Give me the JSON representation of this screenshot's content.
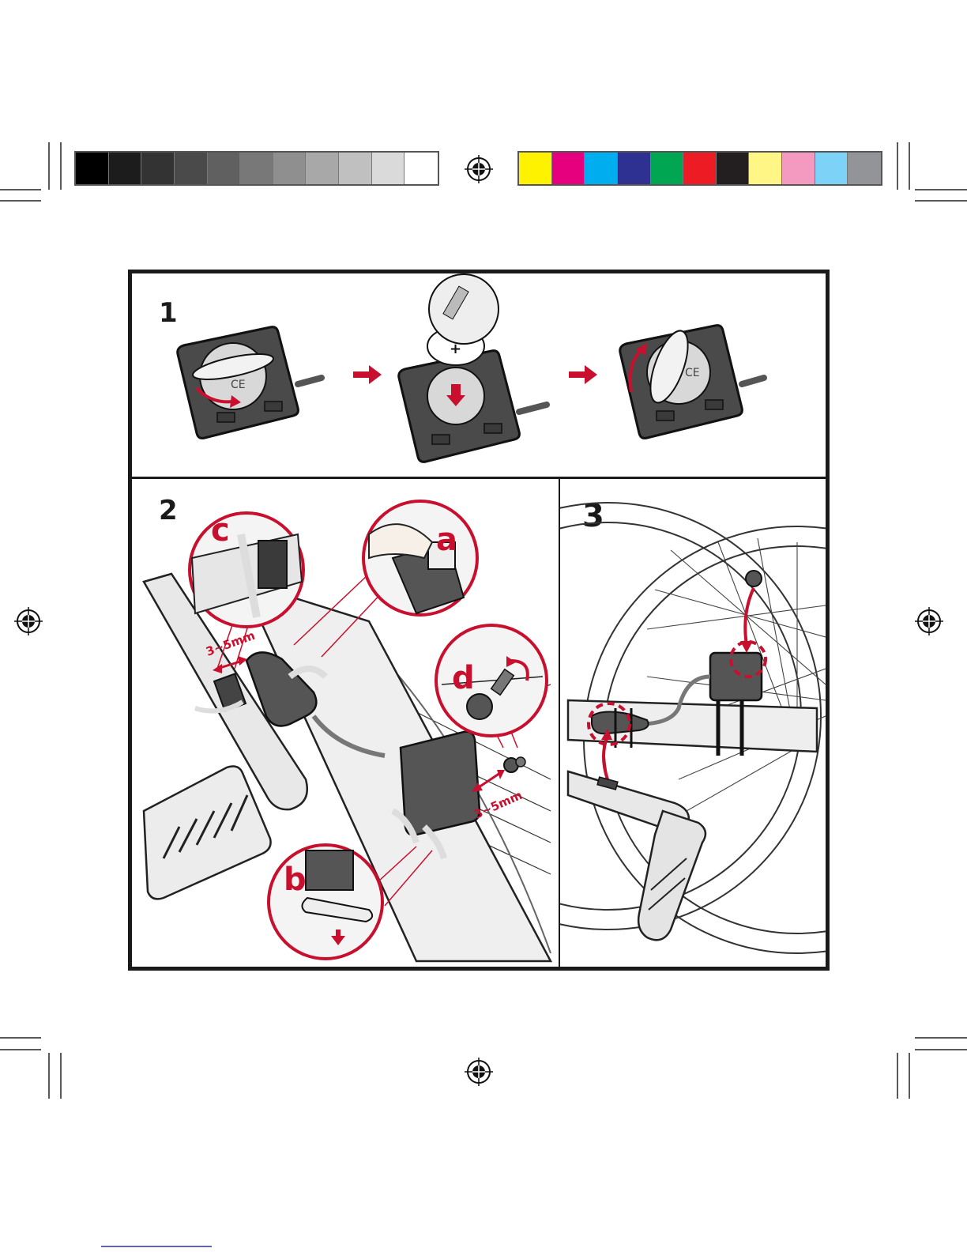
{
  "calibration": {
    "grayscale": [
      "#000000",
      "#1c1c1c",
      "#333333",
      "#4a4a4a",
      "#606060",
      "#787878",
      "#8f8f8f",
      "#a8a8a8",
      "#c0c0c0",
      "#dadada",
      "#ffffff"
    ],
    "colors": [
      "#fff200",
      "#e6007e",
      "#00aeef",
      "#2e3192",
      "#00a651",
      "#ed1c24",
      "#231f20",
      "#fff685",
      "#f49ac1",
      "#7dd3f7",
      "#929497"
    ]
  },
  "steps": {
    "step1": {
      "number": "1"
    },
    "step2": {
      "number": "2",
      "labels": {
        "a": "a",
        "b": "b",
        "c": "c",
        "d": "d"
      },
      "distance": "3~5mm"
    },
    "step3": {
      "number": "3"
    }
  },
  "accent_color": "#c8102e"
}
